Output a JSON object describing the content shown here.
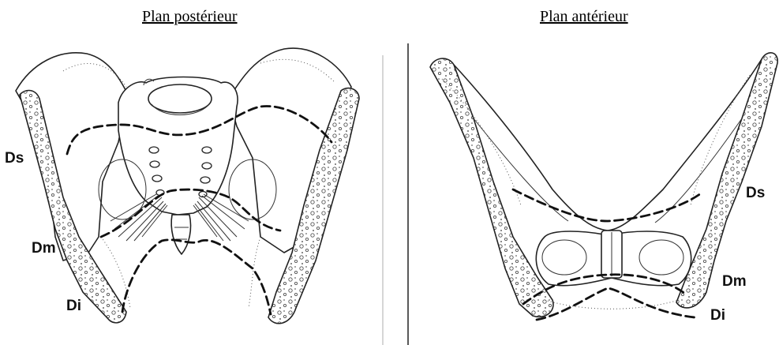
{
  "titles": {
    "posterior": "Plan postérieur",
    "anterior": "Plan antérieur"
  },
  "posterior_labels": {
    "ds": "Ds",
    "dm": "Dm",
    "di": "Di"
  },
  "anterior_labels": {
    "ds": "Ds",
    "dm": "Dm",
    "di": "Di"
  }
}
